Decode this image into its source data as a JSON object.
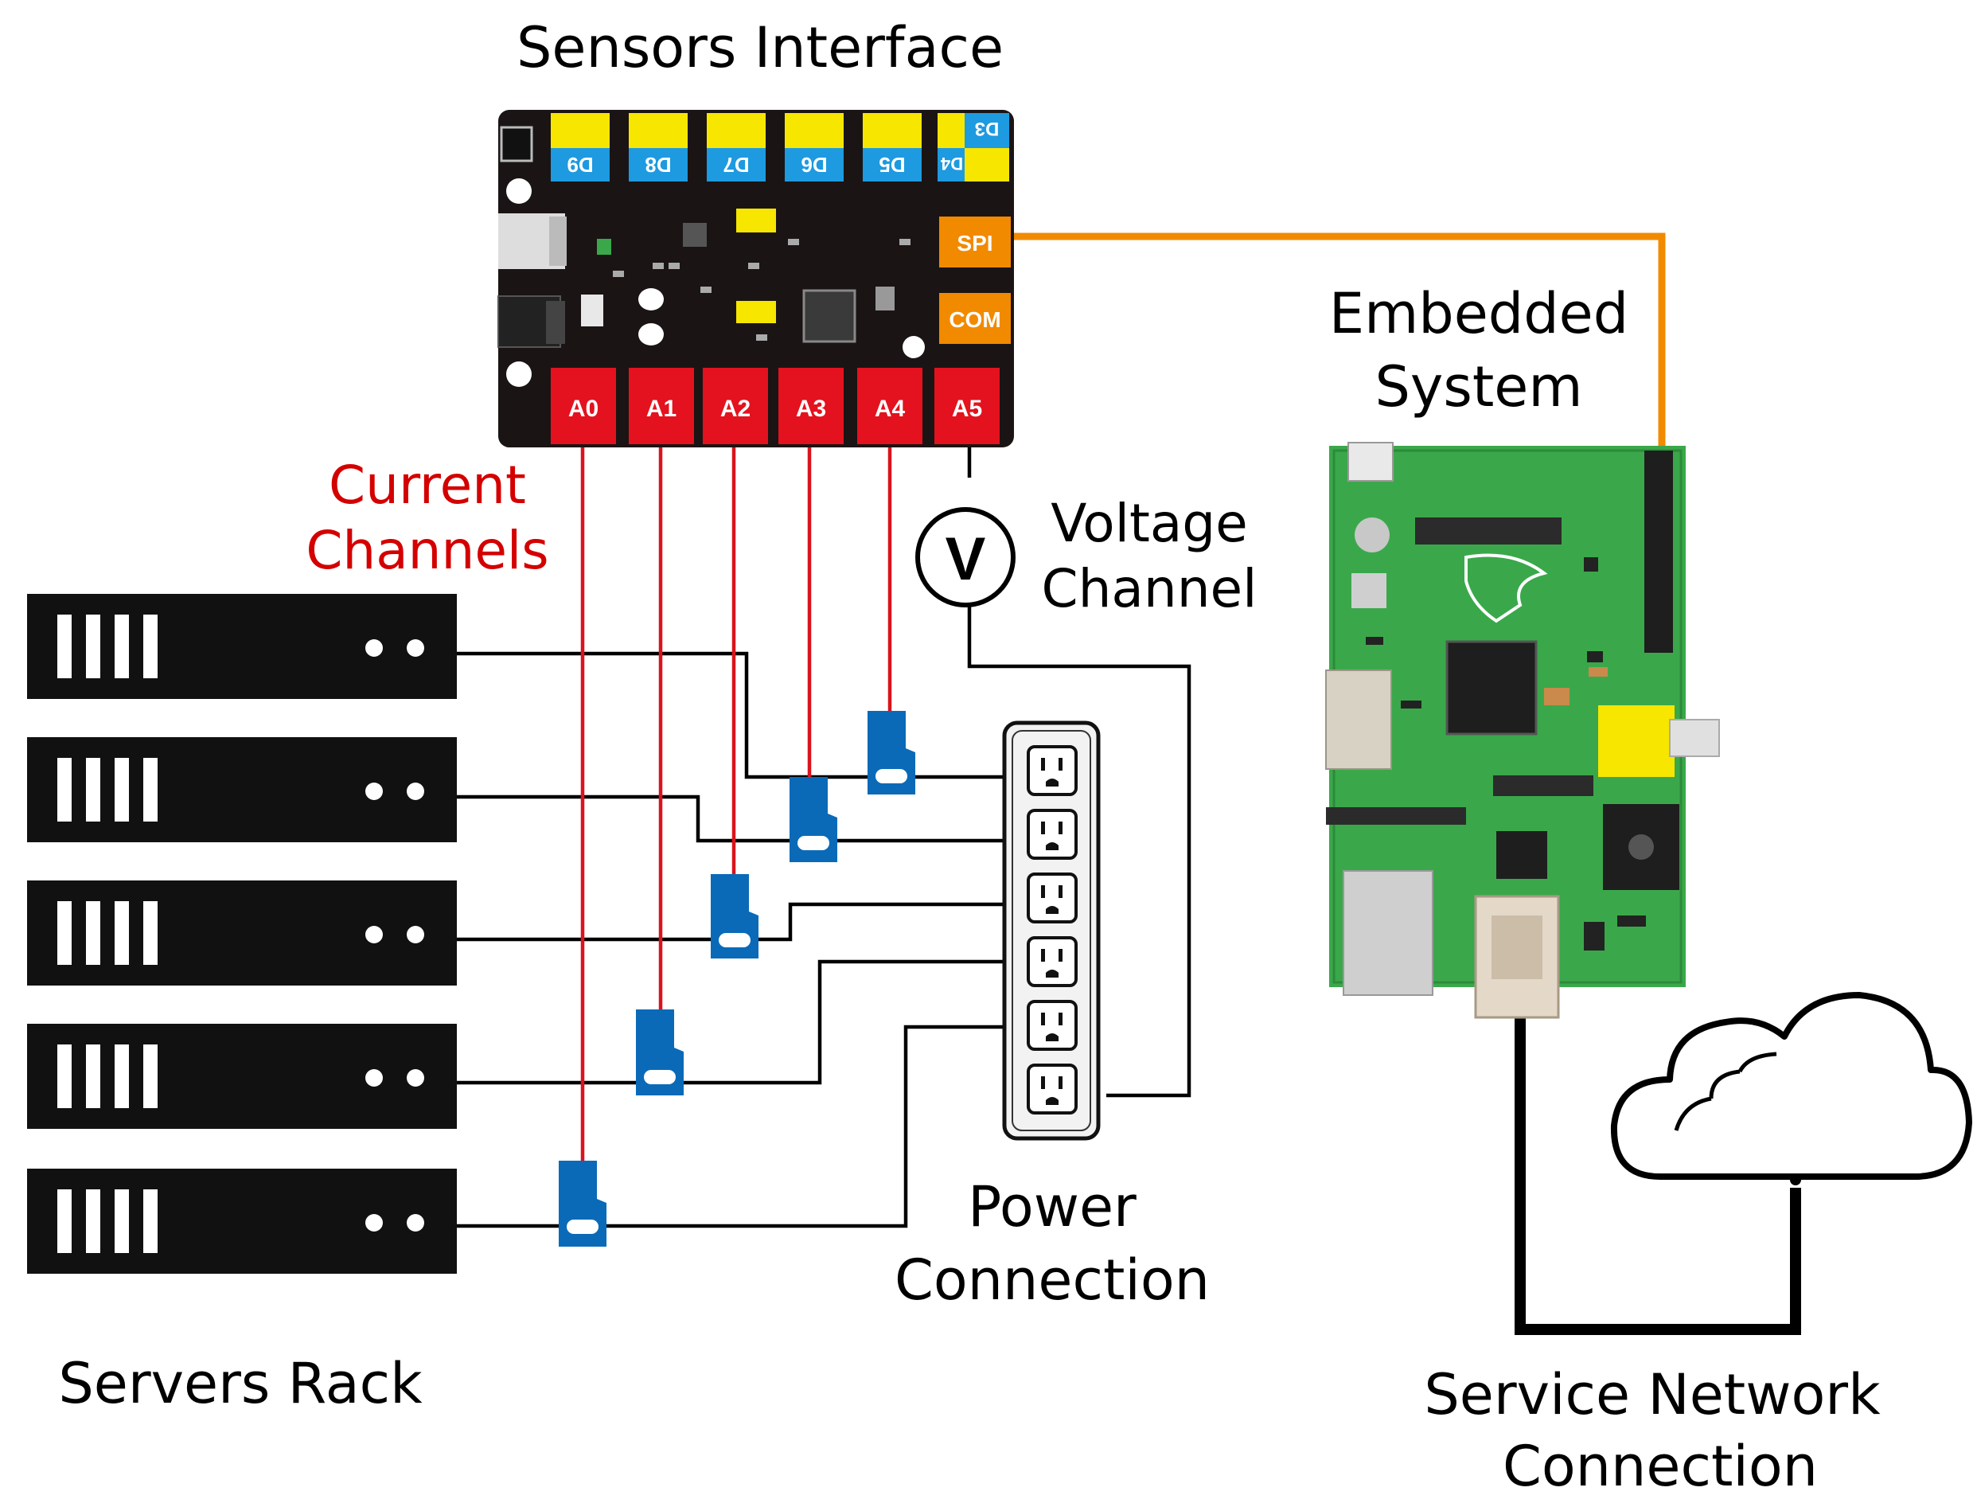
{
  "labels": {
    "sensors_interface": "Sensors Interface",
    "embedded_line1": "Embedded",
    "embedded_line2": "System",
    "current_line1": "Current",
    "current_line2": "Channels",
    "voltage_line1": "Voltage",
    "voltage_line2": "Channel",
    "power_line1": "Power",
    "power_line2": "Connection",
    "servers_rack": "Servers Rack",
    "network_line1": "Service Network",
    "network_line2": "Connection"
  },
  "board": {
    "digital_pins": [
      "D9",
      "D8",
      "D7",
      "D6",
      "D5",
      "D4"
    ],
    "digital_extra": "D3",
    "analog_pins": [
      "A0",
      "A1",
      "A2",
      "A3",
      "A4",
      "A5"
    ],
    "spi": "SPI",
    "com": "COM",
    "voltmeter_symbol": "V"
  },
  "colors": {
    "current_wire": "#d9141e",
    "spi_wire": "#f28a00",
    "clamp": "#0a6ab8",
    "board": "#1b1414",
    "pi_green": "#3aa84a",
    "digital_yellow": "#f6e600",
    "digital_blue": "#1e9ae0",
    "analog_red": "#e3121e"
  },
  "icons": [
    "server-icon",
    "current-clamp-icon",
    "power-strip-icon",
    "outlet-icon",
    "voltmeter-icon",
    "cloud-icon",
    "sensor-board-icon",
    "raspberry-pi-icon"
  ]
}
